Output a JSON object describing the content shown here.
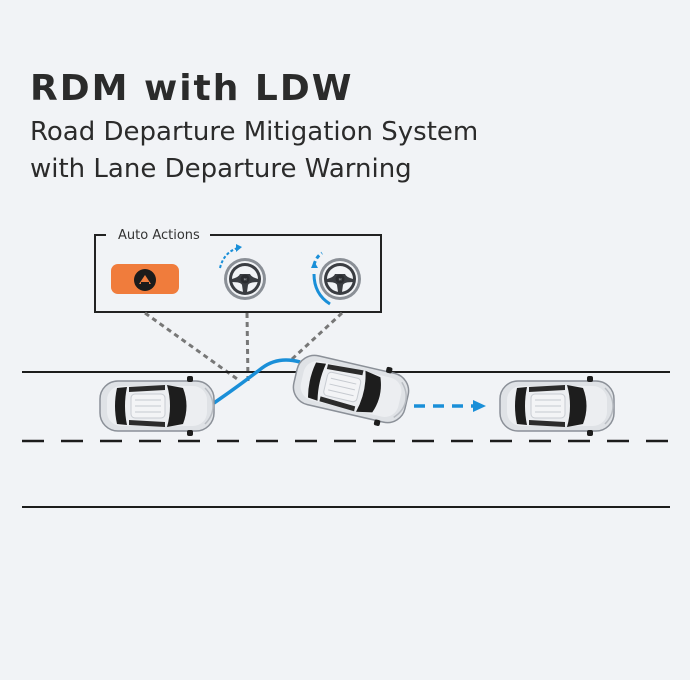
{
  "title": "RDM with LDW",
  "subtitle_line1": "Road Departure Mitigation System",
  "subtitle_line2": "with Lane Departure Warning",
  "auto_actions": {
    "label": "Auto Actions",
    "icons": [
      "lane-departure-warning-icon",
      "steering-wheel-assist-icon",
      "steering-wheel-correction-icon"
    ]
  },
  "colors": {
    "background": "#f1f3f6",
    "warning_orange": "#f07c3c",
    "path_blue": "#1a8fd8",
    "road_line": "#1c1c1c"
  }
}
